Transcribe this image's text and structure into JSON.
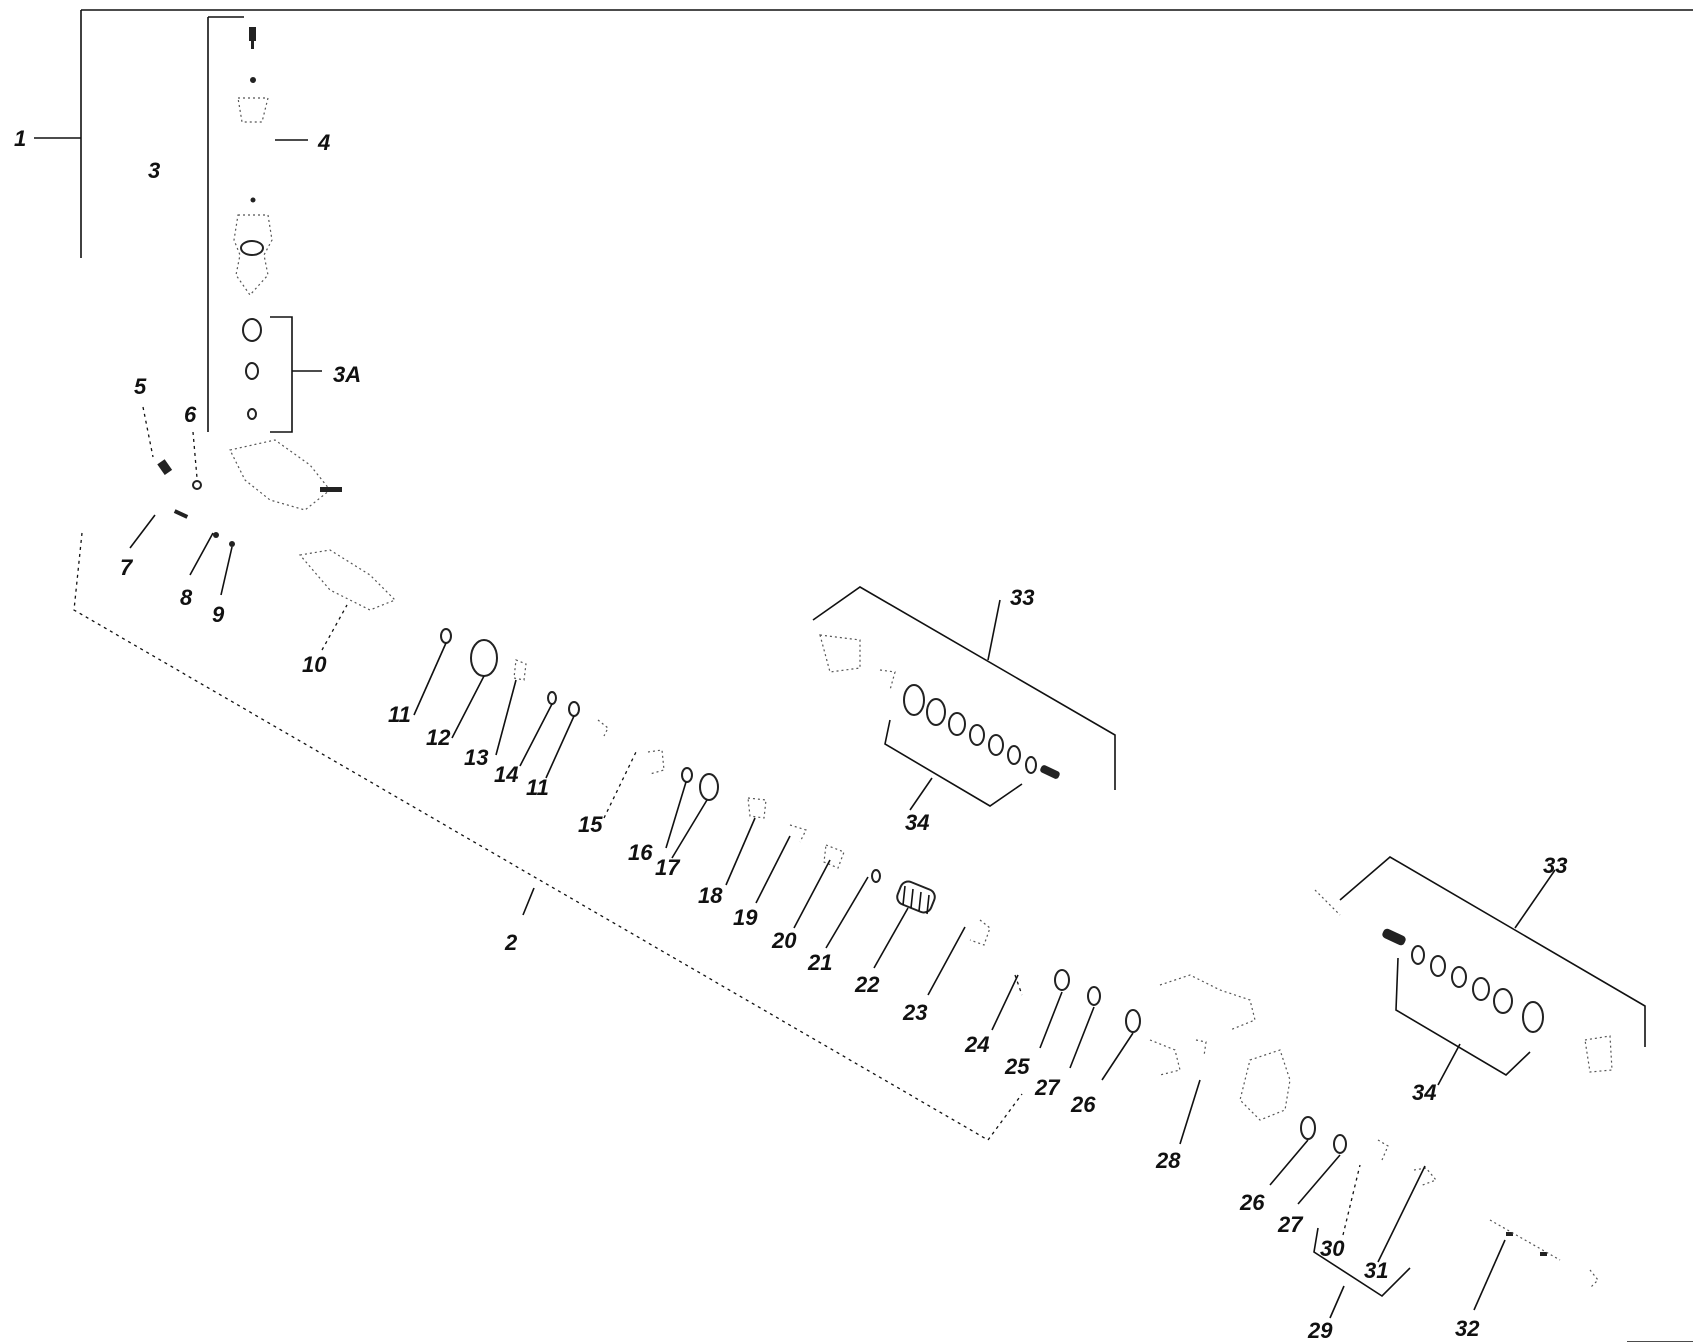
{
  "callouts": [
    {
      "id": "c1",
      "text": "1"
    },
    {
      "id": "c2",
      "text": "2"
    },
    {
      "id": "c3",
      "text": "3"
    },
    {
      "id": "c3a",
      "text": "3A"
    },
    {
      "id": "c4",
      "text": "4"
    },
    {
      "id": "c5",
      "text": "5"
    },
    {
      "id": "c6",
      "text": "6"
    },
    {
      "id": "c7",
      "text": "7"
    },
    {
      "id": "c8",
      "text": "8"
    },
    {
      "id": "c9",
      "text": "9"
    },
    {
      "id": "c10",
      "text": "10"
    },
    {
      "id": "c11a",
      "text": "11"
    },
    {
      "id": "c12",
      "text": "12"
    },
    {
      "id": "c13",
      "text": "13"
    },
    {
      "id": "c14",
      "text": "14"
    },
    {
      "id": "c11b",
      "text": "11"
    },
    {
      "id": "c15",
      "text": "15"
    },
    {
      "id": "c16",
      "text": "16"
    },
    {
      "id": "c17",
      "text": "17"
    },
    {
      "id": "c18",
      "text": "18"
    },
    {
      "id": "c19",
      "text": "19"
    },
    {
      "id": "c20",
      "text": "20"
    },
    {
      "id": "c21",
      "text": "21"
    },
    {
      "id": "c22",
      "text": "22"
    },
    {
      "id": "c23",
      "text": "23"
    },
    {
      "id": "c24",
      "text": "24"
    },
    {
      "id": "c25a",
      "text": "25"
    },
    {
      "id": "c27a",
      "text": "27"
    },
    {
      "id": "c26a",
      "text": "26"
    },
    {
      "id": "c28",
      "text": "28"
    },
    {
      "id": "c26b",
      "text": "26"
    },
    {
      "id": "c27b",
      "text": "27"
    },
    {
      "id": "c30",
      "text": "30"
    },
    {
      "id": "c31",
      "text": "31"
    },
    {
      "id": "c29",
      "text": "29"
    },
    {
      "id": "c32",
      "text": "32"
    },
    {
      "id": "c33a",
      "text": "33"
    },
    {
      "id": "c34a",
      "text": "34"
    },
    {
      "id": "c33b",
      "text": "33"
    },
    {
      "id": "c34b",
      "text": "34"
    }
  ]
}
